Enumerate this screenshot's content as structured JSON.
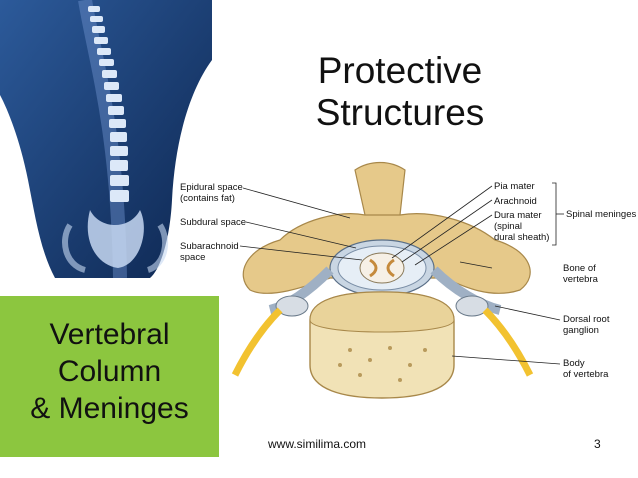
{
  "slide": {
    "title_line1": "Protective",
    "title_line2": "Structures",
    "box_line1": "Vertebral",
    "box_line2": "Column",
    "box_line3": "& Meninges",
    "footer_url": "www.similima.com",
    "page_number": "3"
  },
  "diagram_labels": {
    "epidural": "Epidural space\n(contains fat)",
    "subdural": "Subdural space",
    "subarachnoid": "Subarachnoid\nspace",
    "pia": "Pia mater",
    "arachnoid": "Arachnoid",
    "dura": "Dura mater\n(spinal\ndural sheath)",
    "spinal_meninges": "Spinal meninges",
    "bone": "Bone of\nvertebra",
    "dorsal_root": "Dorsal root\nganglion",
    "body": "Body\nof vertebra"
  },
  "colors": {
    "green_box": "#8cc63f",
    "spine_bg": "#2e5e9e",
    "bone": "#e6c98a",
    "nerve": "#f2c230"
  }
}
